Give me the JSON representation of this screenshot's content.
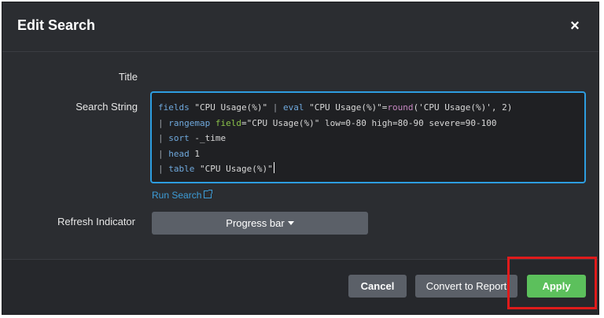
{
  "dialog": {
    "title": "Edit Search",
    "close_icon": "close-icon",
    "close_symbol": "×"
  },
  "form": {
    "title_label": "Title",
    "search_label": "Search String",
    "refresh_label": "Refresh Indicator",
    "search_lines": [
      "fields \"CPU Usage(%)\" | eval \"CPU Usage(%)\"=round('CPU Usage(%)', 2)",
      "| rangemap field=\"CPU Usage(%)\" low=0-80 high=80-90 severe=90-100",
      "| sort -_time",
      "| head 1",
      "| table \"CPU Usage(%)\""
    ],
    "run_search_label": "Run Search",
    "run_search_icon": "external-link-icon",
    "refresh_value": "Progress bar",
    "refresh_icon": "caret-down-icon"
  },
  "footer": {
    "cancel_label": "Cancel",
    "convert_label": "Convert to Report",
    "apply_label": "Apply"
  },
  "colors": {
    "accent_blue": "#2d9de0",
    "apply_green": "#5cc05c",
    "highlight_red": "#e01b1b",
    "modal_bg": "#2b2d31"
  }
}
